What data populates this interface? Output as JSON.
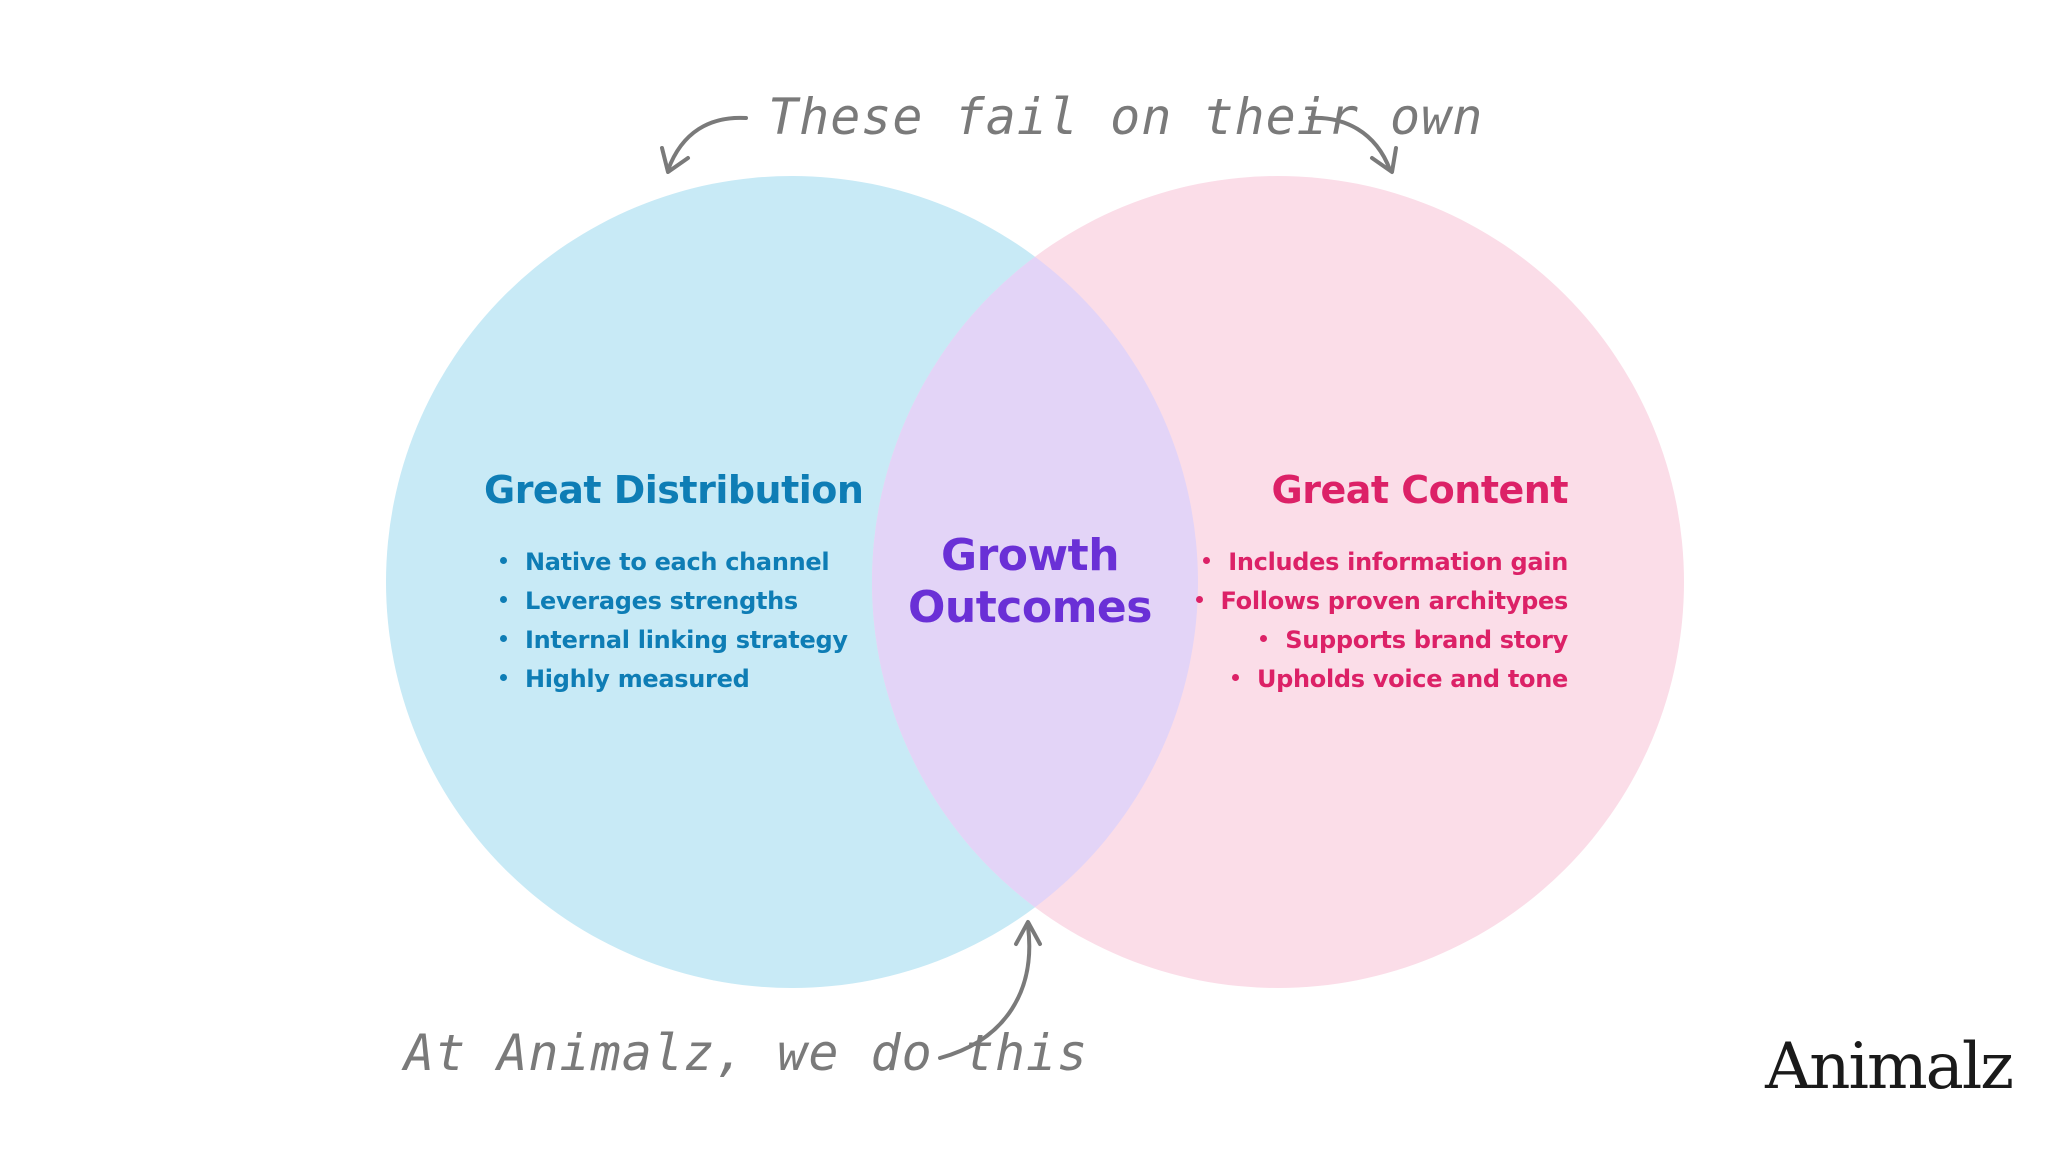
{
  "colors": {
    "distribution_circle": "#c8eaf6",
    "content_circle": "#fbdde8",
    "overlap": "#e3d4f7",
    "distribution_text": "#0e7db5",
    "content_text": "#dc2167",
    "center_text": "#6a30d6",
    "arrow": "#7a7a7a",
    "logo": "#1a1a1a"
  },
  "top_caption": "These fail on their own",
  "bottom_caption": "At Animalz, we do this",
  "left_circle": {
    "title": "Great Distribution",
    "items": [
      "Native to each channel",
      "Leverages strengths",
      "Internal linking strategy",
      "Highly measured"
    ]
  },
  "right_circle": {
    "title": "Great Content",
    "items": [
      "Includes information gain",
      "Follows proven architypes",
      "Supports brand story",
      "Upholds voice and tone"
    ]
  },
  "intersection": {
    "line1": "Growth",
    "line2": "Outcomes"
  },
  "logo": {
    "text": "Animalz"
  },
  "icons": {
    "top_left_arrow": "curved-arrow-down-left-icon",
    "top_right_arrow": "curved-arrow-down-right-icon",
    "bottom_arrow": "curved-arrow-up-icon"
  }
}
